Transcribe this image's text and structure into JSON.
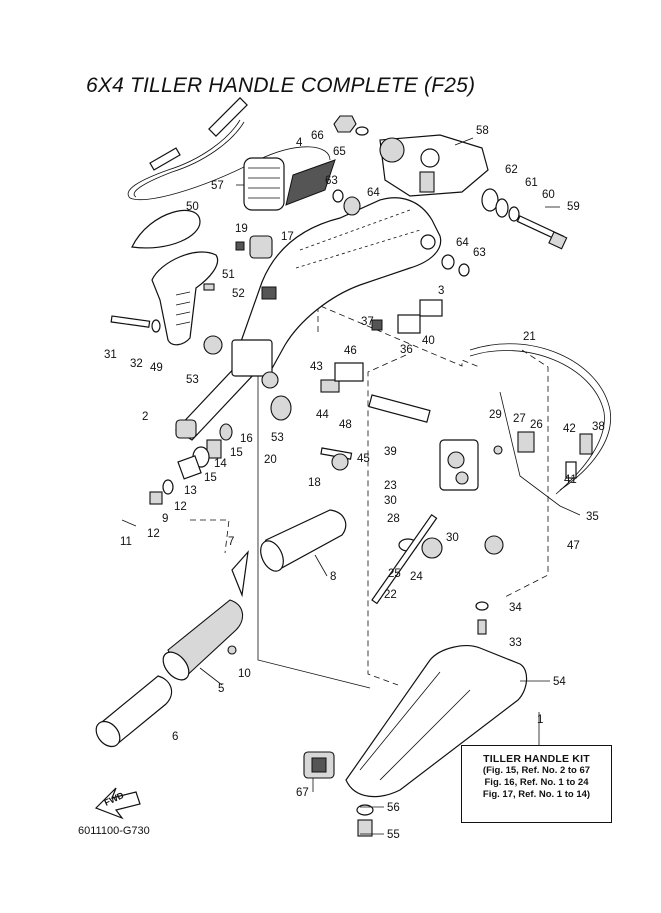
{
  "title": "6X4 TILLER HANDLE COMPLETE (F25)",
  "footer_code": "6011100-G730",
  "fwd_label": "FWD",
  "kit_box": {
    "title": "TILLER HANDLE KIT",
    "lines": [
      "(Fig. 15, Ref. No. 2 to 67",
      "Fig. 16, Ref. No. 1 to 24",
      "Fig. 17, Ref. No. 1 to 14)"
    ]
  },
  "callouts": [
    "1",
    "2",
    "3",
    "4",
    "5",
    "6",
    "7",
    "8",
    "9",
    "10",
    "11",
    "12",
    "12",
    "13",
    "14",
    "15",
    "15",
    "16",
    "17",
    "18",
    "19",
    "20",
    "21",
    "22",
    "23",
    "24",
    "25",
    "26",
    "27",
    "28",
    "29",
    "30",
    "30",
    "31",
    "32",
    "33",
    "34",
    "35",
    "36",
    "37",
    "38",
    "39",
    "40",
    "41",
    "42",
    "43",
    "44",
    "45",
    "46",
    "47",
    "48",
    "49",
    "50",
    "51",
    "52",
    "53",
    "53",
    "54",
    "55",
    "56",
    "57",
    "58",
    "59",
    "60",
    "61",
    "62",
    "63",
    "63",
    "64",
    "64",
    "65",
    "66",
    "67"
  ]
}
